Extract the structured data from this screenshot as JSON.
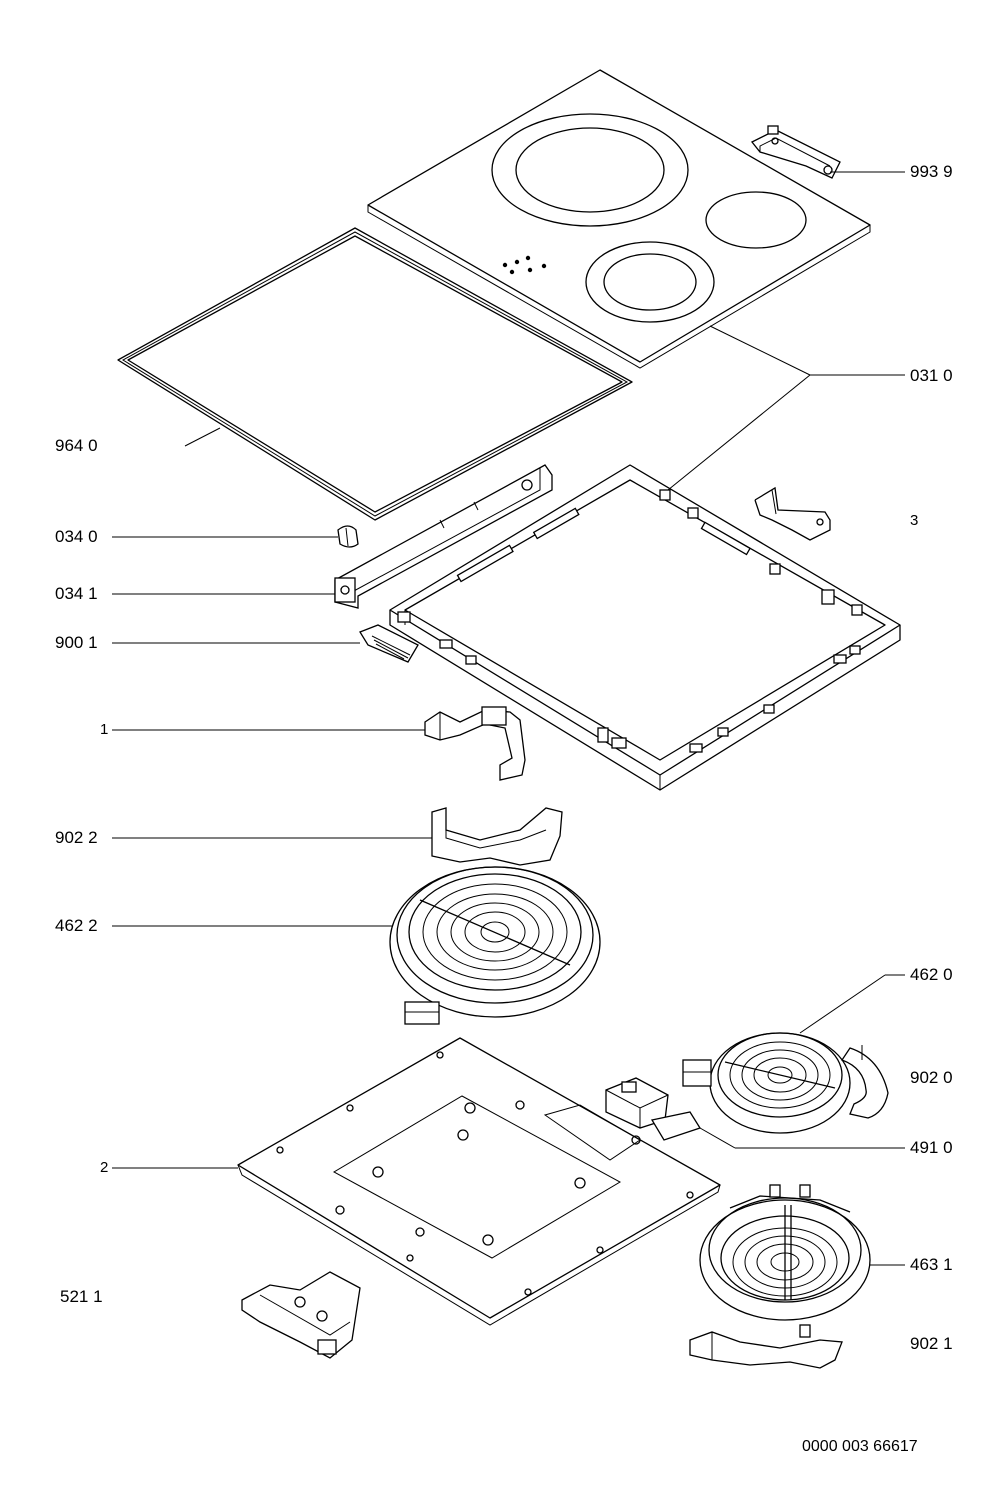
{
  "labels": {
    "p993_9": "993 9",
    "p031_0": "031 0",
    "p964_0": "964 0",
    "p034_0": "034 0",
    "p034_1": "034 1",
    "p900_1": "900 1",
    "p3": "3",
    "p1": "1",
    "p902_2": "902 2",
    "p462_2": "462 2",
    "p462_0": "462 0",
    "p902_0": "902 0",
    "p491_0": "491 0",
    "p2": "2",
    "p463_1": "463 1",
    "p521_1": "521 1",
    "p902_1": "902 1"
  },
  "reference": "0000 003 66617"
}
